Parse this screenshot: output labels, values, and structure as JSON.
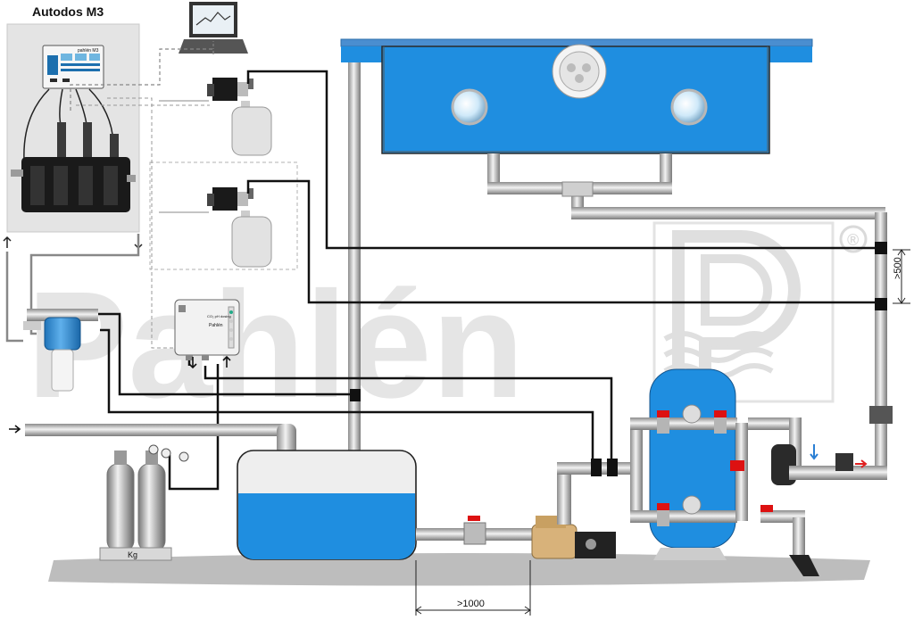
{
  "title": "Autodos M3",
  "watermark": {
    "text": "Pahlén",
    "registered": "®"
  },
  "dimensions": {
    "horizontal": ">1000",
    "vertical": ">500"
  },
  "gas_scale_label": "Kg",
  "controller_brand": "pahlén M3",
  "unit_brand": "Pahlén",
  "unit_model": "CO₂ pH dosing"
}
